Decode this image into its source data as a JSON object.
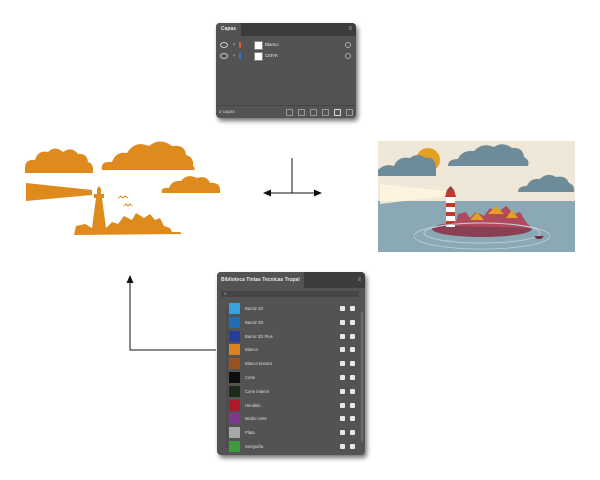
{
  "layers_panel": {
    "tab": "Capas",
    "layers": [
      {
        "name": "Blanco",
        "color": "#e05a3a"
      },
      {
        "name": "CMYK",
        "color": "#3d6fd0"
      }
    ],
    "footer": "2 capas"
  },
  "library_panel": {
    "tab": "Biblioteca Tintas Tecnicas Trupal",
    "swatches": [
      {
        "name": "Barniz 2D",
        "color": "#36a3da"
      },
      {
        "name": "Barniz 3D",
        "color": "#1f6db3"
      },
      {
        "name": "Barniz 3D Plus",
        "color": "#253f96"
      },
      {
        "name": "Blanco",
        "color": "#d9821f"
      },
      {
        "name": "Blanco textura",
        "color": "#9a531e"
      },
      {
        "name": "Corte",
        "color": "#0d0d0d"
      },
      {
        "name": "Corte interior",
        "color": "#1d2b1d"
      },
      {
        "name": "Hendido",
        "color": "#b2182b"
      },
      {
        "name": "Medio corte",
        "color": "#7d3a8c"
      },
      {
        "name": "Plata",
        "color": "#a8a8a8"
      },
      {
        "name": "Serigrafía",
        "color": "#3f9a3a"
      }
    ]
  },
  "colors": {
    "silhouette": "#de8a1c",
    "sky": "#efe7d7",
    "sea": "#8aa9b4",
    "cloud": "#6e8b99",
    "sun": "#e3a021",
    "island": "#8a3f55",
    "arrow": "#111111"
  },
  "icons": {
    "visibility": "eye-icon",
    "expand": "chevron-right-icon",
    "target": "target-circle-icon",
    "search": "search-icon",
    "swatch_type": "spot-color-icon",
    "swatch_mode": "cmyk-icon"
  }
}
